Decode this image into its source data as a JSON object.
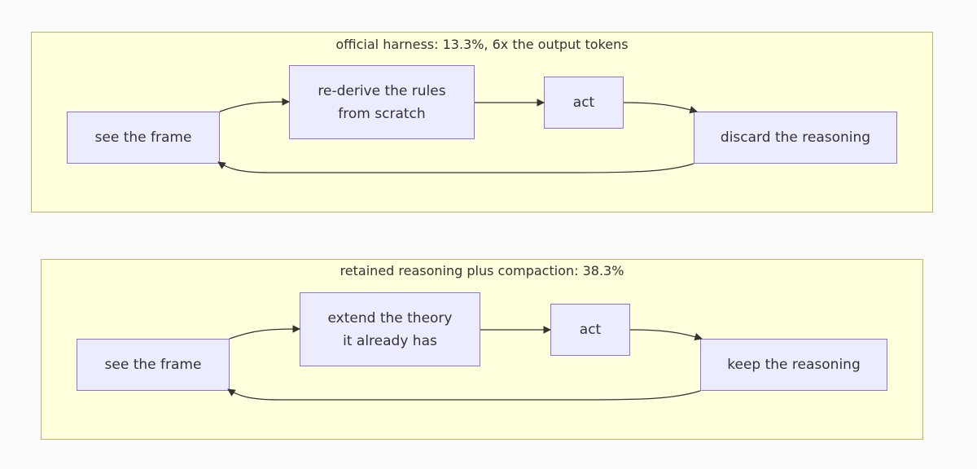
{
  "diagram": {
    "clusters": [
      {
        "title": "official harness: 13.3%, 6x the output tokens",
        "nodes": {
          "see": "see the frame",
          "derive": "re-derive the rules\nfrom scratch",
          "act": "act",
          "discard": "discard the reasoning"
        }
      },
      {
        "title": "retained reasoning plus compaction: 38.3%",
        "nodes": {
          "see": "see the frame",
          "extend": "extend the theory\nit already has",
          "act": "act",
          "keep": "keep the reasoning"
        }
      }
    ],
    "colors": {
      "cluster_fill": "#ffffde",
      "cluster_border": "#b8b86a",
      "node_fill": "#ececff",
      "node_border": "#9370db",
      "edge": "#333333"
    }
  }
}
